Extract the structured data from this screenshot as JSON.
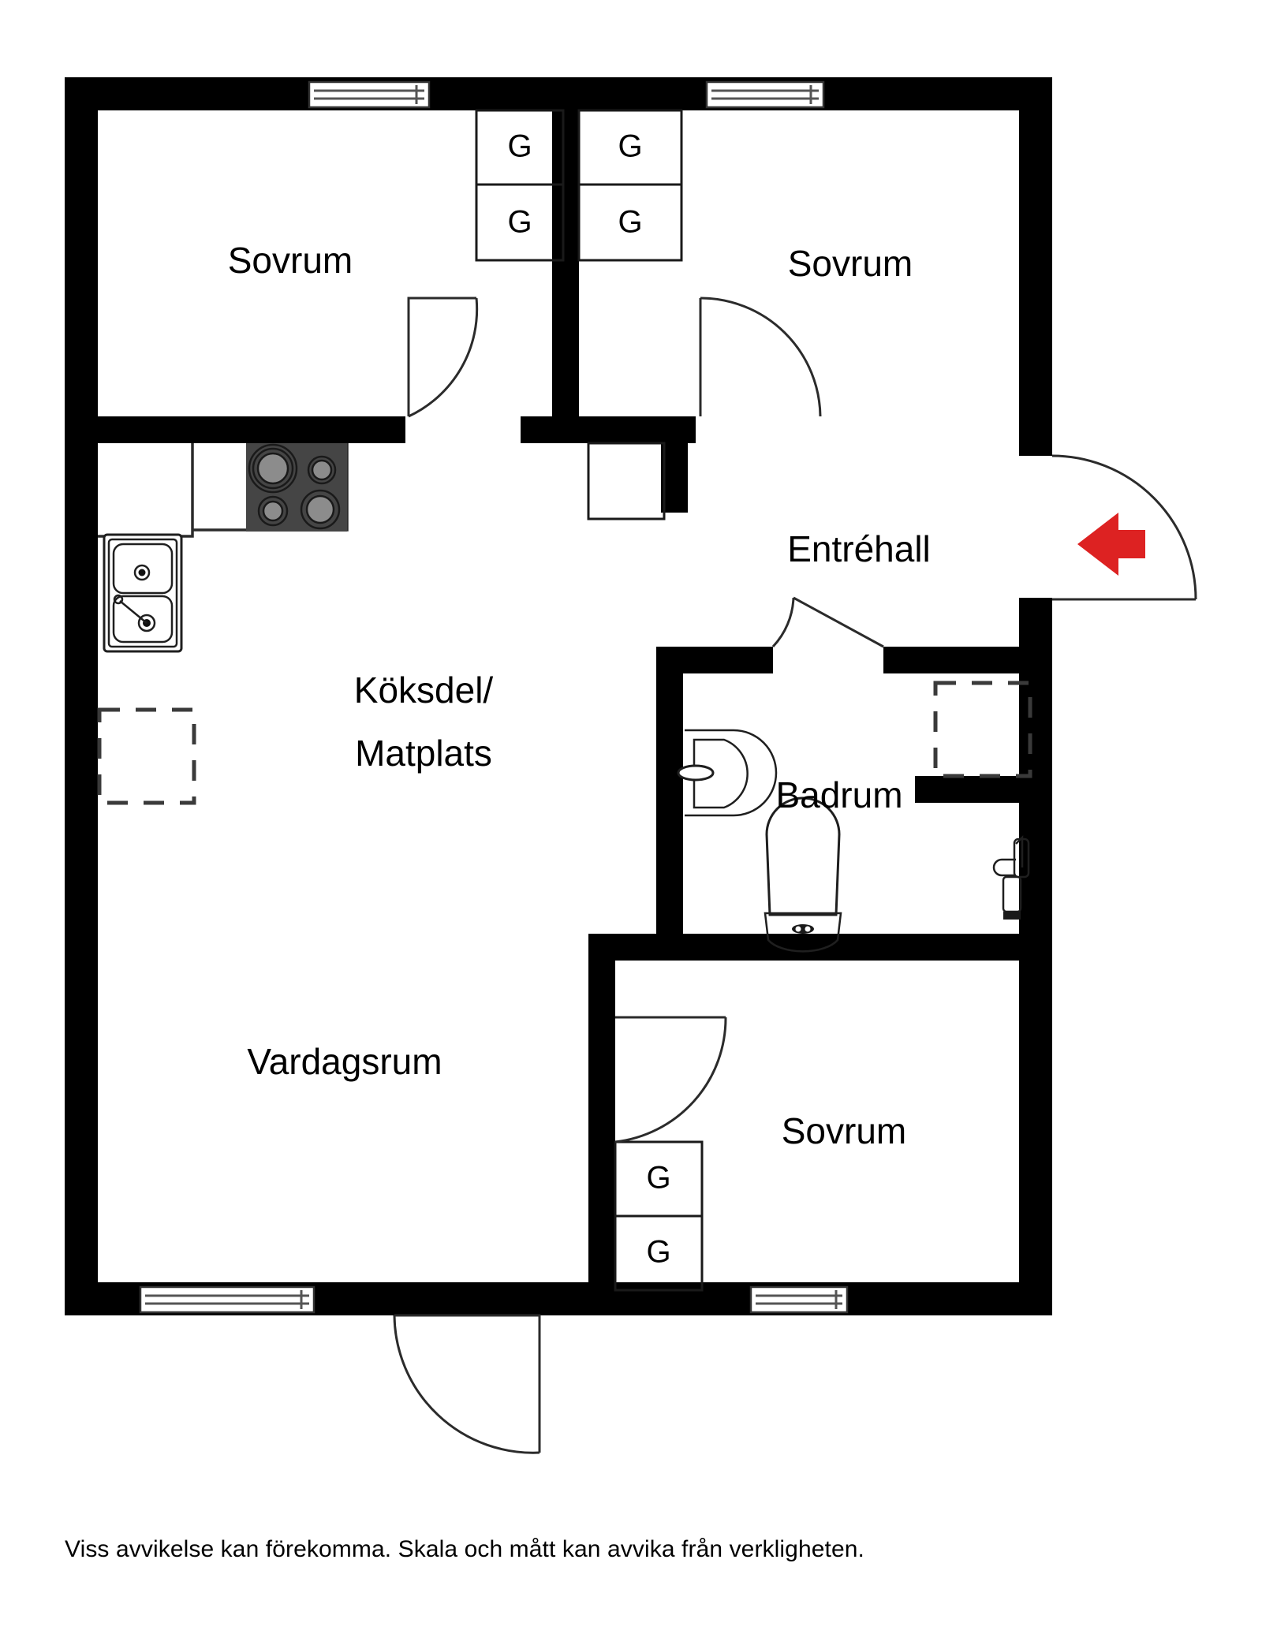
{
  "document": {
    "type": "floor-plan",
    "language": "sv",
    "background_color": "#ffffff",
    "wall_color": "#000000",
    "accent_color": "#dd2222",
    "disclaimer": "Viss avvikelse kan förekomma. Skala och mått kan avvika från verkligheten."
  },
  "rooms": [
    {
      "id": "bedroom-top-left",
      "label": "Sovrum"
    },
    {
      "id": "bedroom-top-right",
      "label": "Sovrum"
    },
    {
      "id": "kitchen-dining",
      "label": "Köksdel/",
      "label2": "Matplats"
    },
    {
      "id": "entry-hall",
      "label": "Entréhall"
    },
    {
      "id": "bathroom",
      "label": "Badrum"
    },
    {
      "id": "living-room",
      "label": "Vardagsrum"
    },
    {
      "id": "bedroom-bottom",
      "label": "Sovrum"
    }
  ],
  "closets": {
    "symbol": "G",
    "top_left_pair": [
      "G",
      "G"
    ],
    "top_right_pair": [
      "G",
      "G"
    ],
    "bottom_pair": [
      "G",
      "G"
    ]
  },
  "fixtures": [
    {
      "id": "kitchen-sink",
      "name": "sink-icon"
    },
    {
      "id": "kitchen-stove",
      "name": "stovetop-icon",
      "burners": 4
    },
    {
      "id": "bathroom-sink",
      "name": "washbasin-icon"
    },
    {
      "id": "bathroom-toilet",
      "name": "toilet-icon"
    },
    {
      "id": "bathroom-shower",
      "name": "shower-mixer-icon"
    },
    {
      "id": "kitchen-appliance-space",
      "name": "dashed-appliance-outline"
    },
    {
      "id": "bathroom-machine-space",
      "name": "dashed-appliance-outline"
    }
  ],
  "windows": [
    {
      "id": "window-top-left",
      "name": "window-symbol"
    },
    {
      "id": "window-top-right",
      "name": "window-symbol"
    },
    {
      "id": "window-bottom-left",
      "name": "window-symbol"
    },
    {
      "id": "window-bottom-right",
      "name": "window-symbol"
    }
  ],
  "doors": [
    {
      "id": "door-bedroom-top-left",
      "name": "door-swing"
    },
    {
      "id": "door-bedroom-top-right",
      "name": "door-swing"
    },
    {
      "id": "door-entrance",
      "name": "entrance-door-swing"
    },
    {
      "id": "door-bathroom",
      "name": "door-swing"
    },
    {
      "id": "door-bedroom-bottom",
      "name": "door-swing"
    },
    {
      "id": "door-balcony",
      "name": "door-swing"
    }
  ],
  "entrance_marker": {
    "name": "entrance-arrow",
    "direction": "left",
    "color": "#dd2222"
  }
}
